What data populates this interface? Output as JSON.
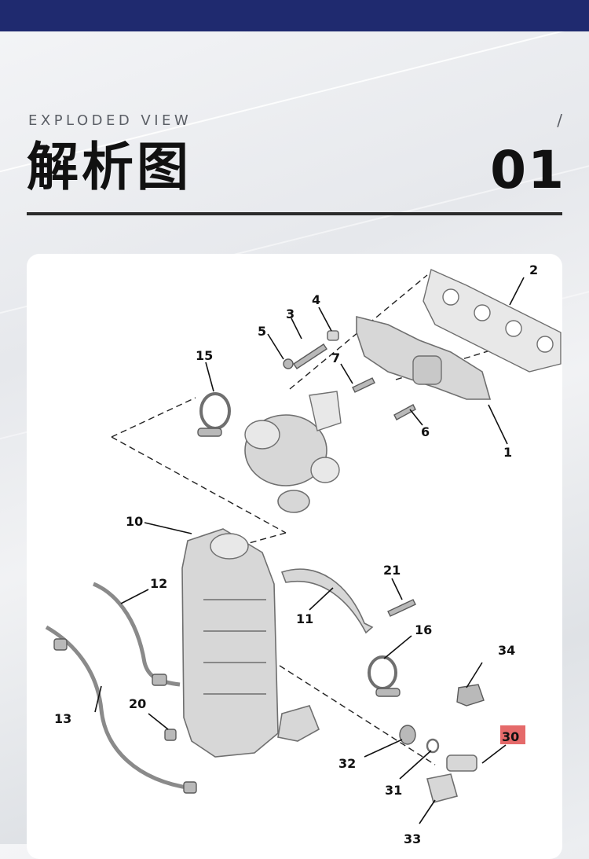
{
  "header": {
    "eyebrow": "EXPLODED VIEW",
    "slash": "/",
    "title": "解析图",
    "number": "01"
  },
  "colors": {
    "top_bar": "#1f2a6f",
    "highlight": "#e05050"
  },
  "diagram": {
    "callouts": [
      {
        "id": "c1",
        "label": "1"
      },
      {
        "id": "c2",
        "label": "2"
      },
      {
        "id": "c3",
        "label": "3"
      },
      {
        "id": "c4",
        "label": "4"
      },
      {
        "id": "c5",
        "label": "5"
      },
      {
        "id": "c6",
        "label": "6"
      },
      {
        "id": "c7",
        "label": "7"
      },
      {
        "id": "c10",
        "label": "10"
      },
      {
        "id": "c11",
        "label": "11"
      },
      {
        "id": "c12",
        "label": "12"
      },
      {
        "id": "c13",
        "label": "13"
      },
      {
        "id": "c15",
        "label": "15"
      },
      {
        "id": "c16",
        "label": "16"
      },
      {
        "id": "c20",
        "label": "20"
      },
      {
        "id": "c21",
        "label": "21"
      },
      {
        "id": "c30",
        "label": "30",
        "highlighted": true
      },
      {
        "id": "c31",
        "label": "31"
      },
      {
        "id": "c32",
        "label": "32"
      },
      {
        "id": "c33",
        "label": "33"
      },
      {
        "id": "c34",
        "label": "34"
      }
    ]
  }
}
